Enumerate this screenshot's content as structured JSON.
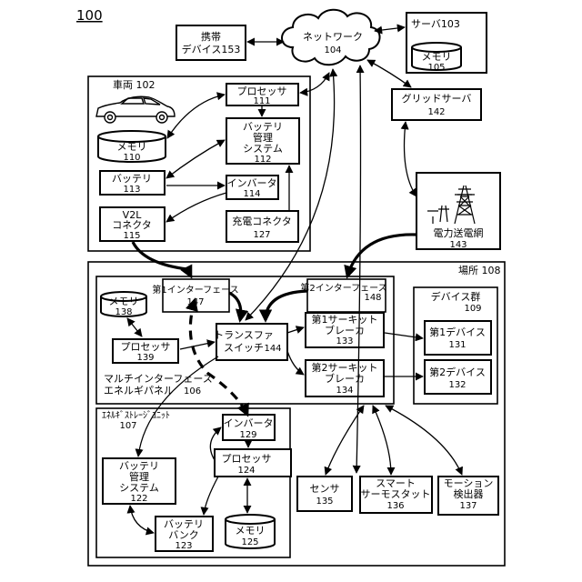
{
  "figure_label": "100",
  "nodes": {
    "mobile": {
      "lines": [
        "携帯",
        "デバイス153"
      ],
      "num": ""
    },
    "network": {
      "lines": [
        "ネットワーク"
      ],
      "num": "104"
    },
    "server": {
      "lines": [
        "サーバ103"
      ],
      "num": ""
    },
    "server_memory": {
      "lines": [
        "メモリ"
      ],
      "num": "105"
    },
    "grid_server": {
      "lines": [
        "グリッドサーバ"
      ],
      "num": "142"
    },
    "grid": {
      "lines": [
        "電力送電網"
      ],
      "num": "143"
    },
    "vehicle": {
      "lines": [
        "車両 102"
      ],
      "num": ""
    },
    "processor111": {
      "lines": [
        "プロセッサ"
      ],
      "num": "111"
    },
    "memory110": {
      "lines": [
        "メモリ"
      ],
      "num": "110"
    },
    "bms112": {
      "lines": [
        "バッテリ",
        "管理",
        "システム"
      ],
      "num": "112"
    },
    "battery113": {
      "lines": [
        "バッテリ"
      ],
      "num": "113"
    },
    "inverter114": {
      "lines": [
        "インバータ"
      ],
      "num": "114"
    },
    "v2l": {
      "lines": [
        "V2L",
        "コネクタ"
      ],
      "num": "115"
    },
    "charge_connector": {
      "lines": [
        "充電コネクタ"
      ],
      "num": "127"
    },
    "location": {
      "lines": [
        "場所 108"
      ],
      "num": ""
    },
    "device_group": {
      "lines": [
        "デバイス群"
      ],
      "num": "109"
    },
    "device1": {
      "lines": [
        "第1デバイス"
      ],
      "num": "131"
    },
    "device2": {
      "lines": [
        "第2デバイス"
      ],
      "num": "132"
    },
    "interface1": {
      "lines": [
        "第1インターフェース"
      ],
      "num": "147"
    },
    "interface2": {
      "lines": [
        "第2インターフェース"
      ],
      "num": "148"
    },
    "memory138": {
      "lines": [
        "メモリ"
      ],
      "num": "138"
    },
    "processor139": {
      "lines": [
        "プロセッサ"
      ],
      "num": "139"
    },
    "transfer_switch": {
      "lines": [
        "トランスファ",
        "スイッチ"
      ],
      "num": "144"
    },
    "breaker133": {
      "lines": [
        "第1サーキット",
        "ブレーカ"
      ],
      "num": "133"
    },
    "breaker134": {
      "lines": [
        "第2サーキット",
        "ブレーカ"
      ],
      "num": "134"
    },
    "panel": {
      "lines": [
        "マルチインターフェース",
        "エネルギパネル"
      ],
      "num": "106"
    },
    "ess": {
      "lines": [
        "ｴﾈﾙｷﾞｽﾄﾚｰｼﾞﾕﾆｯﾄ"
      ],
      "num": "107"
    },
    "inverter129": {
      "lines": [
        "インバータ"
      ],
      "num": "129"
    },
    "processor124": {
      "lines": [
        "プロセッサ"
      ],
      "num": "124"
    },
    "bms122": {
      "lines": [
        "バッテリ",
        "管理",
        "システム"
      ],
      "num": "122"
    },
    "battery_bank": {
      "lines": [
        "バッテリ",
        "バンク"
      ],
      "num": "123"
    },
    "memory125": {
      "lines": [
        "メモリ"
      ],
      "num": "125"
    },
    "sensor": {
      "lines": [
        "センサ"
      ],
      "num": "135"
    },
    "thermostat": {
      "lines": [
        "スマート",
        "サーモスタット"
      ],
      "num": "136"
    },
    "motion": {
      "lines": [
        "モーション",
        "検出器"
      ],
      "num": "137"
    }
  }
}
